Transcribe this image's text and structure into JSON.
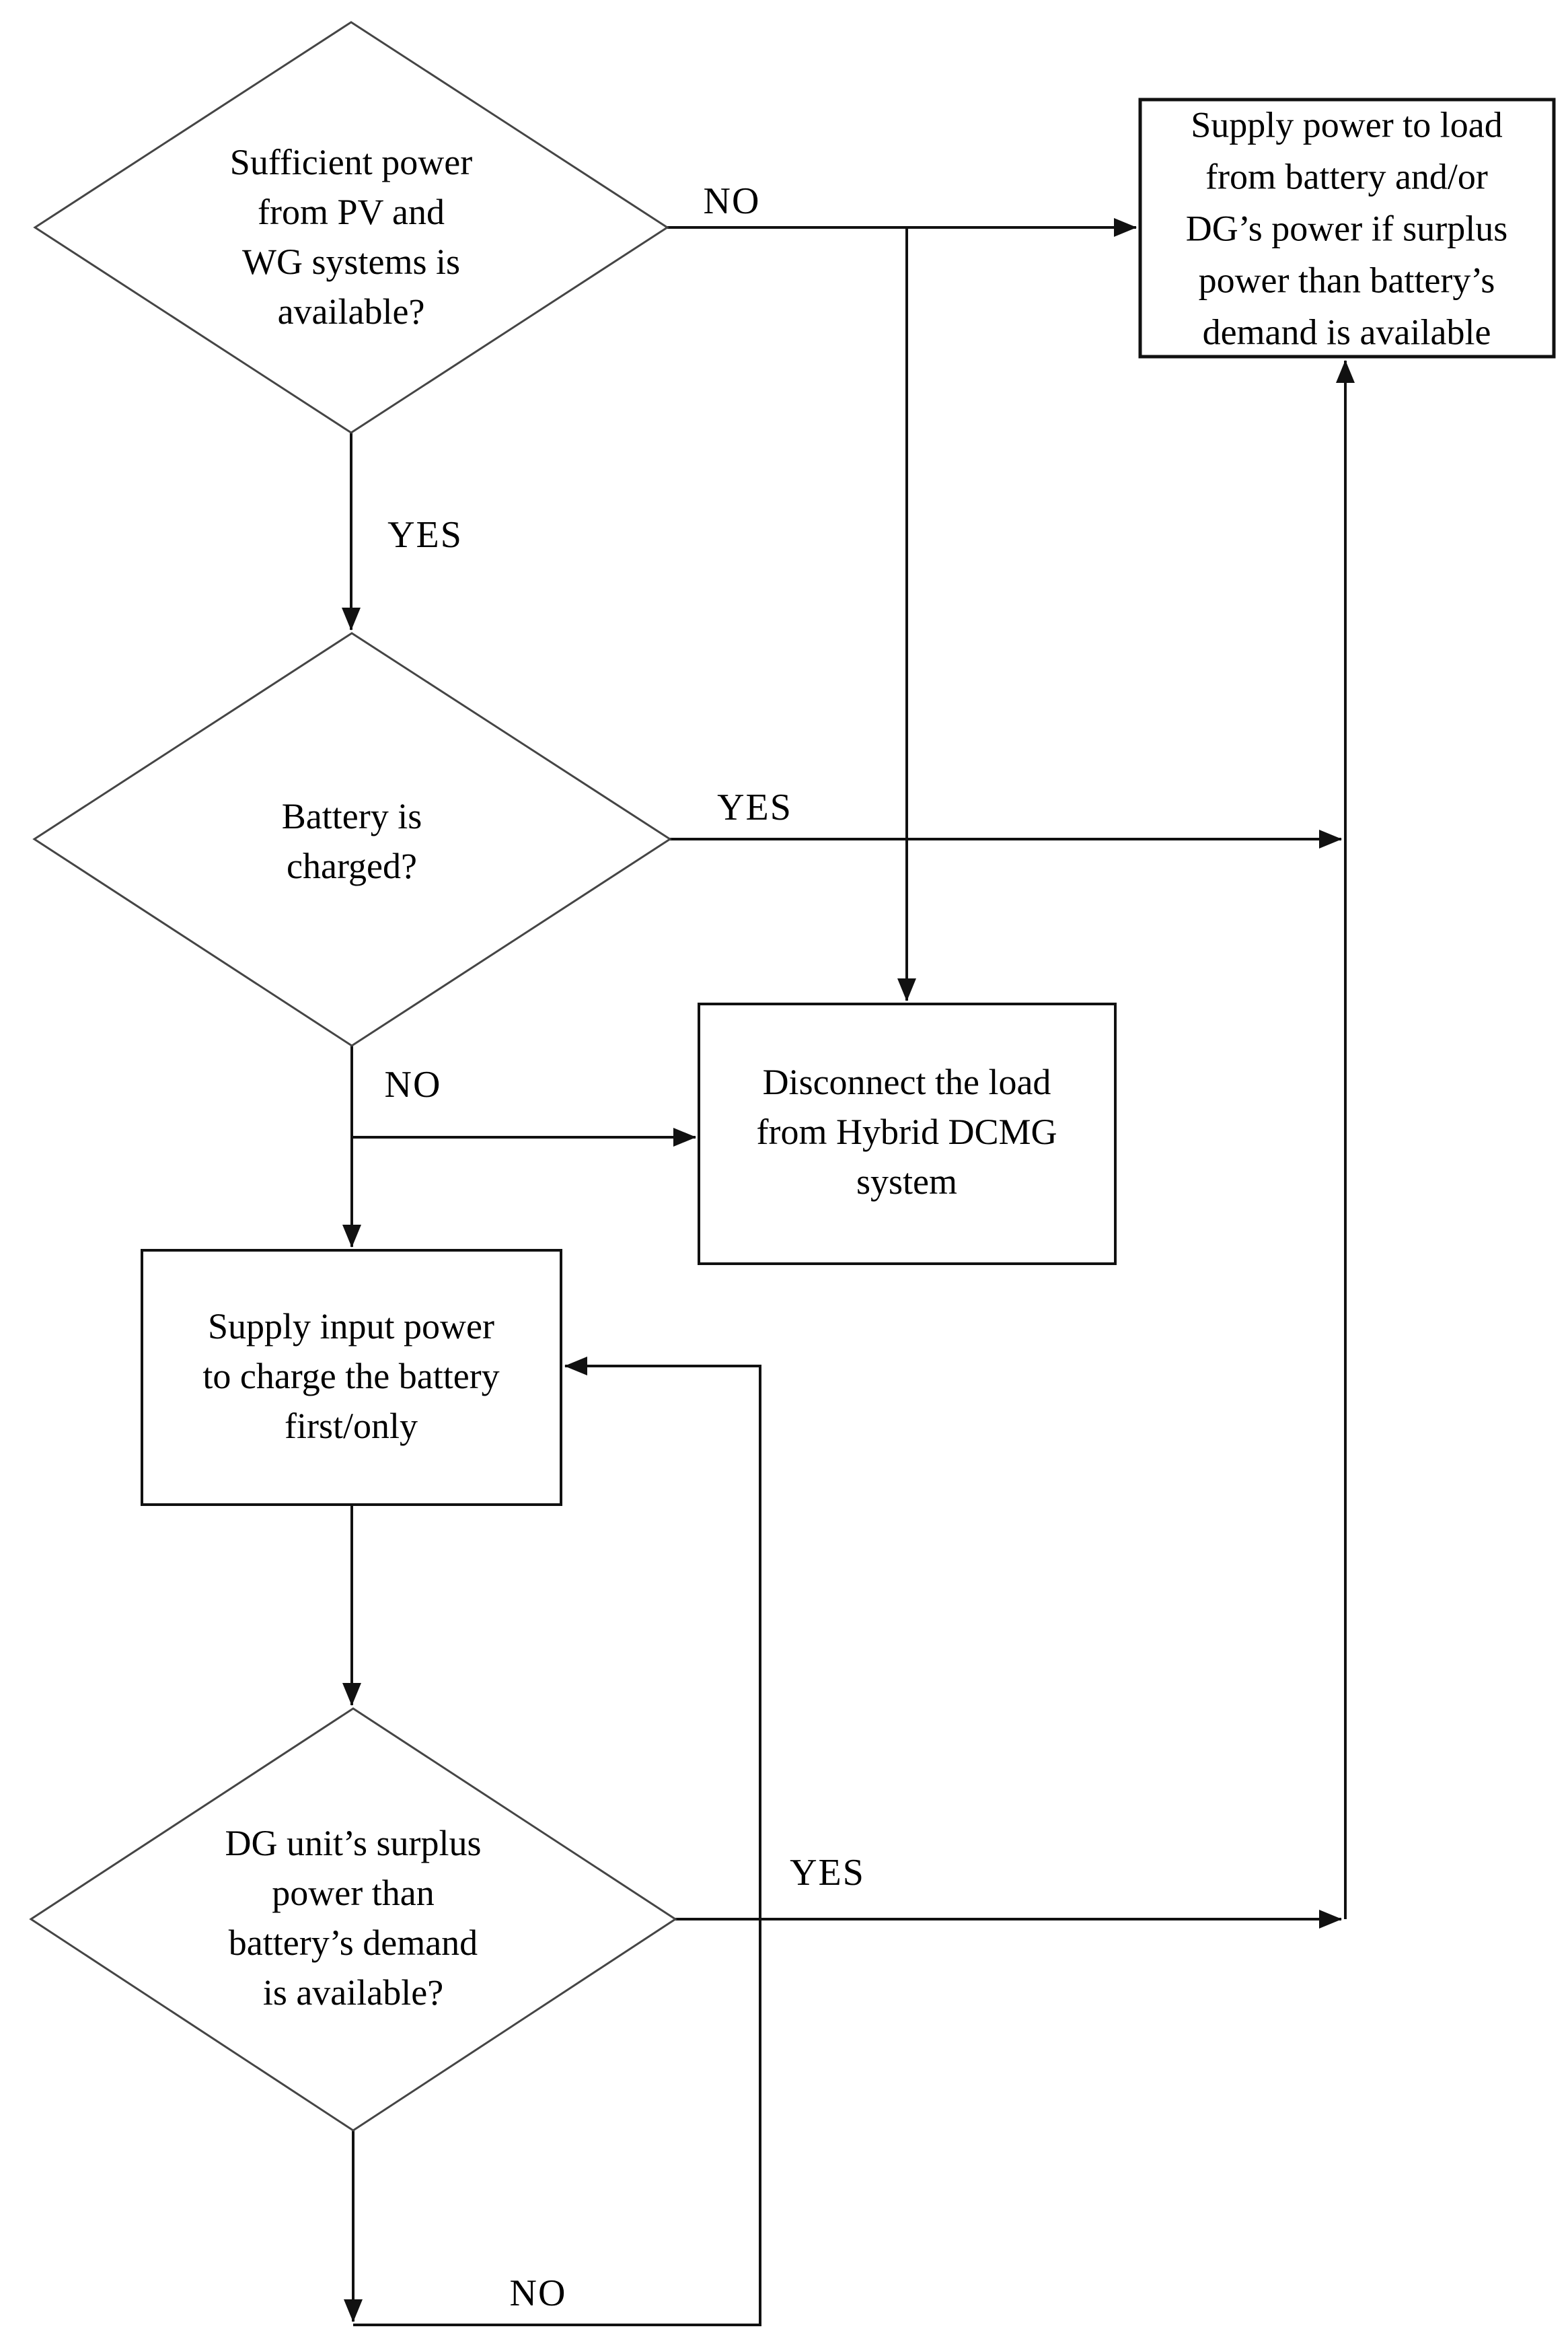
{
  "flowchart": {
    "nodes": {
      "decision_pv_wg": {
        "label": "Sufficient power\nfrom PV and\nWG systems is\navailable?"
      },
      "process_supply_load": {
        "label": "Supply power to load\nfrom battery and/or\nDG’s power if surplus\npower than battery’s\ndemand is available"
      },
      "decision_battery": {
        "label": "Battery is\ncharged?"
      },
      "process_disconnect": {
        "label": "Disconnect the load\nfrom Hybrid DCMG\nsystem"
      },
      "process_charge": {
        "label": "Supply input power\nto charge the battery\nfirst/only"
      },
      "decision_dg": {
        "label": "DG unit’s surplus\npower than\nbattery’s demand\nis available?"
      }
    },
    "edge_labels": {
      "pv_no": "NO",
      "pv_yes": "YES",
      "battery_yes": "YES",
      "battery_no": "NO",
      "dg_yes": "YES",
      "dg_no": "NO"
    },
    "colors": {
      "line": "#111111",
      "diamond_border": "#454545",
      "background": "#ffffff"
    }
  }
}
